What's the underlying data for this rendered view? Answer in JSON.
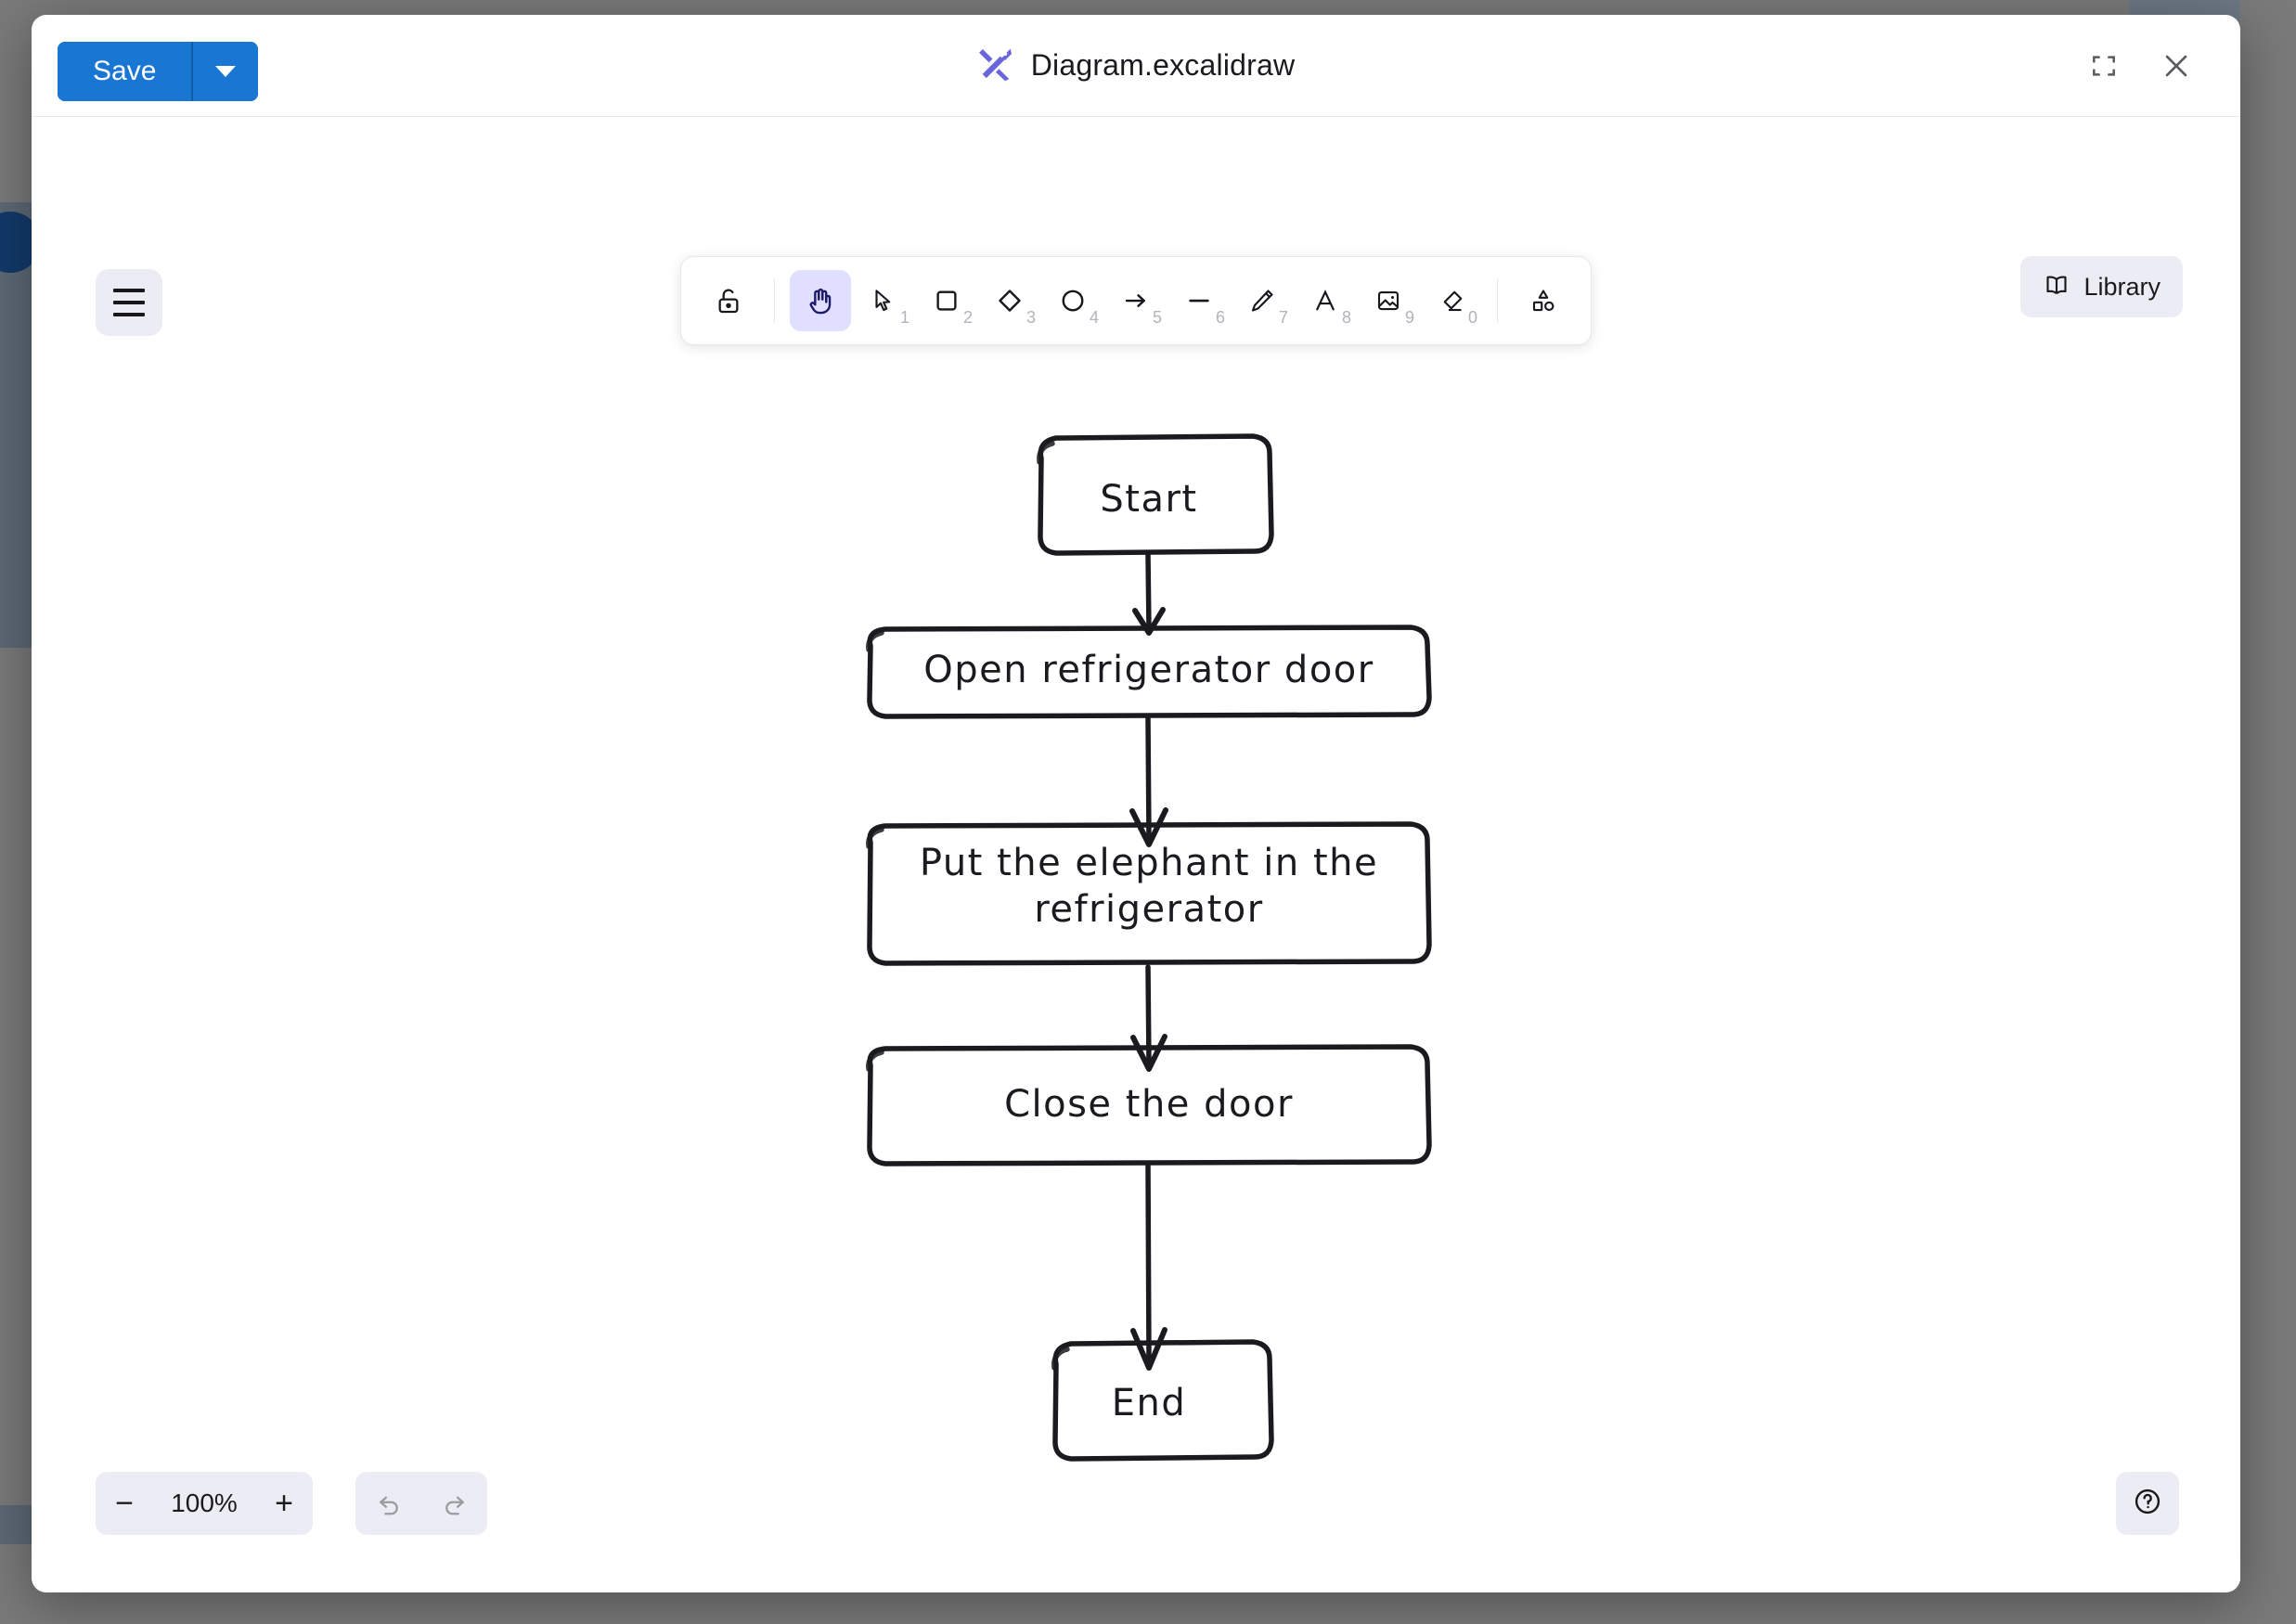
{
  "window": {
    "title": "Diagram.excalidraw",
    "logo_icon": "excalidraw-logo-icon",
    "fullscreen_icon": "fullscreen-icon",
    "close_icon": "close-icon"
  },
  "toolbar_top": {
    "save_label": "Save",
    "save_dropdown_icon": "chevron-down-icon"
  },
  "menu": {
    "hamburger_icon": "hamburger-menu-icon"
  },
  "tools": [
    {
      "name": "lock-icon",
      "shortcut": "",
      "active": false
    },
    {
      "name": "hand-icon",
      "shortcut": "",
      "active": true
    },
    {
      "name": "selection-icon",
      "shortcut": "1",
      "active": false
    },
    {
      "name": "rectangle-icon",
      "shortcut": "2",
      "active": false
    },
    {
      "name": "diamond-icon",
      "shortcut": "3",
      "active": false
    },
    {
      "name": "ellipse-icon",
      "shortcut": "4",
      "active": false
    },
    {
      "name": "arrow-icon",
      "shortcut": "5",
      "active": false
    },
    {
      "name": "line-icon",
      "shortcut": "6",
      "active": false
    },
    {
      "name": "draw-icon",
      "shortcut": "7",
      "active": false
    },
    {
      "name": "text-icon",
      "shortcut": "8",
      "active": false
    },
    {
      "name": "image-icon",
      "shortcut": "9",
      "active": false
    },
    {
      "name": "eraser-icon",
      "shortcut": "0",
      "active": false
    },
    {
      "name": "shapes-icon",
      "shortcut": "",
      "active": false
    }
  ],
  "library": {
    "label": "Library",
    "icon": "book-icon"
  },
  "footer": {
    "zoom_out_label": "−",
    "zoom_value": "100%",
    "zoom_in_label": "+",
    "undo_icon": "undo-icon",
    "redo_icon": "redo-icon",
    "help_icon": "help-circle-icon"
  },
  "colors": {
    "accent_blue": "#1976d2",
    "tool_active_bg": "#e0dfff",
    "panel_bg": "#ececf4",
    "logo_purple": "#6965db",
    "stroke": "#1b1b1f"
  },
  "diagram": {
    "type": "flowchart",
    "style": "hand-drawn",
    "nodes": [
      {
        "id": "start",
        "label": "Start",
        "shape": "rounded-rect"
      },
      {
        "id": "open",
        "label": "Open refrigerator door",
        "shape": "rounded-rect"
      },
      {
        "id": "put",
        "label": "Put the elephant in the refrigerator",
        "shape": "rounded-rect",
        "lines": [
          "Put the elephant in the",
          "refrigerator"
        ]
      },
      {
        "id": "close",
        "label": "Close the door",
        "shape": "rounded-rect"
      },
      {
        "id": "end",
        "label": "End",
        "shape": "rounded-rect"
      }
    ],
    "edges": [
      {
        "from": "start",
        "to": "open"
      },
      {
        "from": "open",
        "to": "put"
      },
      {
        "from": "put",
        "to": "close"
      },
      {
        "from": "close",
        "to": "end"
      }
    ]
  }
}
